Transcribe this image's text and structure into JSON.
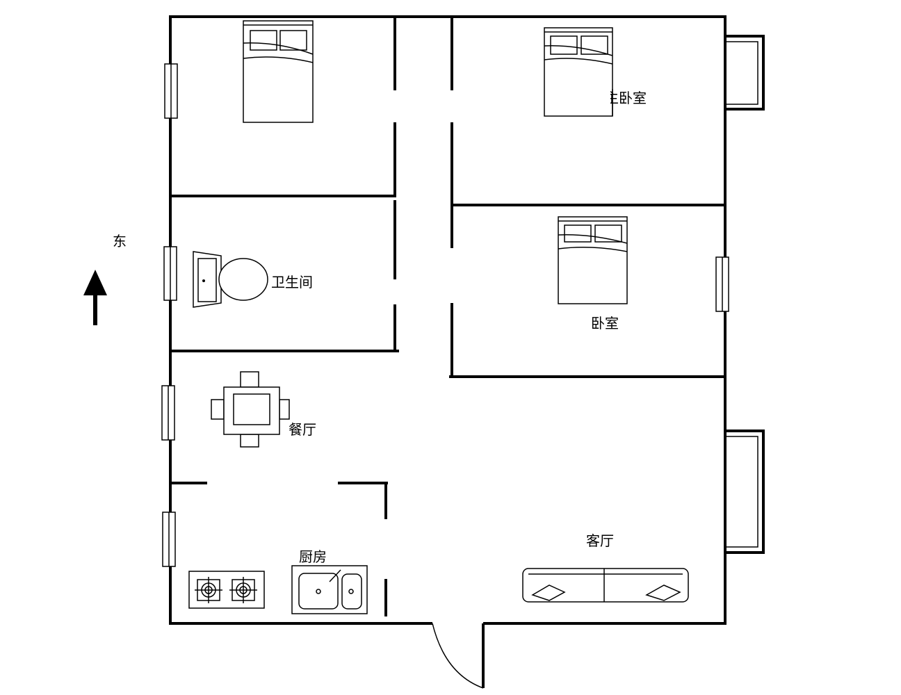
{
  "compass": {
    "label": "东",
    "icon": "north-arrow-icon"
  },
  "rooms": {
    "master_bedroom": "主卧室",
    "bathroom": "卫生间",
    "bedroom": "卧室",
    "dining": "餐厅",
    "kitchen": "厨房",
    "living": "客厅"
  }
}
